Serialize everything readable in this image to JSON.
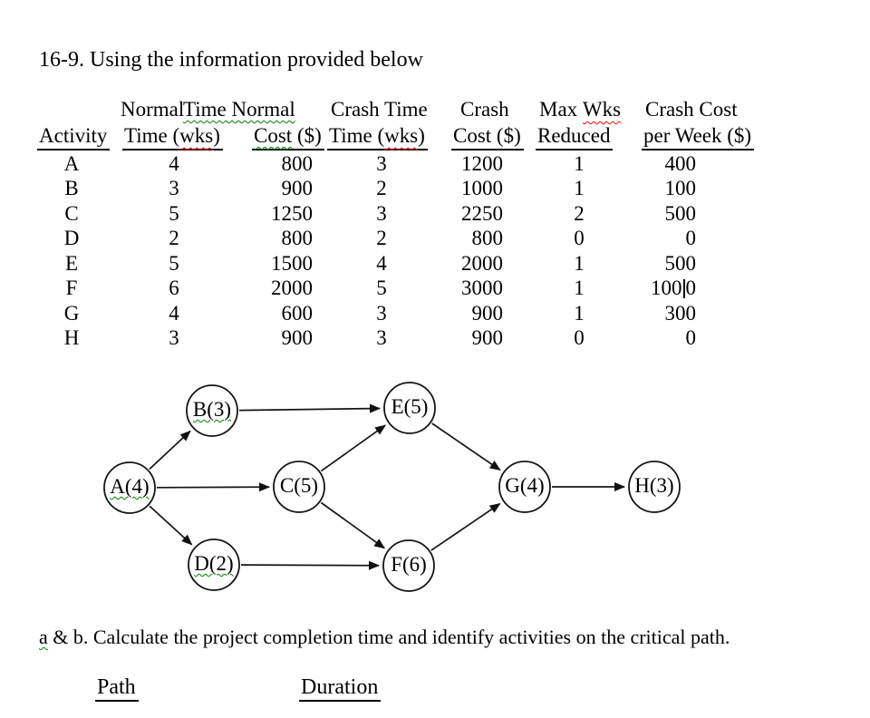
{
  "title": "16-9. Using the information provided below",
  "table": {
    "header_line1": {
      "normal": "Normal",
      "time_normal": "Time Normal",
      "crash_time": "Crash Time",
      "crash": "Crash",
      "max": "Max",
      "wks": "Wks",
      "crash_cost": "Crash Cost"
    },
    "header_line2": {
      "activity": "Activity",
      "time1_pre": "Time (",
      "time1_wavy": "wks",
      "time1_post": ")",
      "cost1_wavy": "Cost",
      "cost1_post": " ($)",
      "time2_pre": "Time (",
      "time2_wavy": "wks",
      "time2_post": ")",
      "cost2": "Cost ($)",
      "reduced": "Reduced",
      "per_week": "per Week ($)"
    },
    "rows": [
      {
        "activity": "A",
        "normal_time": "4",
        "normal_cost": "800",
        "crash_time": "3",
        "crash_cost": "1200",
        "max_wks": "1",
        "crash_cost_week": "400"
      },
      {
        "activity": "B",
        "normal_time": "3",
        "normal_cost": "900",
        "crash_time": "2",
        "crash_cost": "1000",
        "max_wks": "1",
        "crash_cost_week": "100"
      },
      {
        "activity": "C",
        "normal_time": "5",
        "normal_cost": "1250",
        "crash_time": "3",
        "crash_cost": "2250",
        "max_wks": "2",
        "crash_cost_week": "500"
      },
      {
        "activity": "D",
        "normal_time": "2",
        "normal_cost": "800",
        "crash_time": "2",
        "crash_cost": "800",
        "max_wks": "0",
        "crash_cost_week": "0"
      },
      {
        "activity": "E",
        "normal_time": "5",
        "normal_cost": "1500",
        "crash_time": "4",
        "crash_cost": "2000",
        "max_wks": "1",
        "crash_cost_week": "500"
      },
      {
        "activity": "F",
        "normal_time": "6",
        "normal_cost": "2000",
        "crash_time": "5",
        "crash_cost": "3000",
        "max_wks": "1",
        "crash_cost_week": "1000",
        "caret": {
          "column": "crash_cost_week",
          "after_chars": 3
        }
      },
      {
        "activity": "G",
        "normal_time": "4",
        "normal_cost": "600",
        "crash_time": "3",
        "crash_cost": "900",
        "max_wks": "1",
        "crash_cost_week": "300"
      },
      {
        "activity": "H",
        "normal_time": "3",
        "normal_cost": "900",
        "crash_time": "3",
        "crash_cost": "900",
        "max_wks": "0",
        "crash_cost_week": "0"
      }
    ]
  },
  "diagram": {
    "nodes": [
      {
        "id": "A",
        "label": "A(4)",
        "squiggle": true
      },
      {
        "id": "B",
        "label": "B(3)",
        "squiggle": true
      },
      {
        "id": "C",
        "label": "C(5)",
        "squiggle": false
      },
      {
        "id": "D",
        "label": "D(2)",
        "squiggle": true
      },
      {
        "id": "E",
        "label": "E(5)",
        "squiggle": false
      },
      {
        "id": "F",
        "label": "F(6)",
        "squiggle": false
      },
      {
        "id": "G",
        "label": "G(4)",
        "squiggle": false
      },
      {
        "id": "H",
        "label": "H(3)",
        "squiggle": false
      }
    ],
    "edges": [
      [
        "A",
        "B"
      ],
      [
        "A",
        "C"
      ],
      [
        "A",
        "D"
      ],
      [
        "B",
        "E"
      ],
      [
        "C",
        "E"
      ],
      [
        "C",
        "F"
      ],
      [
        "D",
        "F"
      ],
      [
        "E",
        "G"
      ],
      [
        "F",
        "G"
      ],
      [
        "G",
        "H"
      ]
    ]
  },
  "question": {
    "wavy_part": "a",
    "rest": " & b. Calculate the project completion time and identify activities on the critical path."
  },
  "answer_section": {
    "path_label": "Path",
    "duration_label": "Duration"
  },
  "colors": {
    "text": "#000000",
    "squiggle_red": "#ff0000",
    "squiggle_green": "#008000",
    "background": "#ffffff"
  }
}
